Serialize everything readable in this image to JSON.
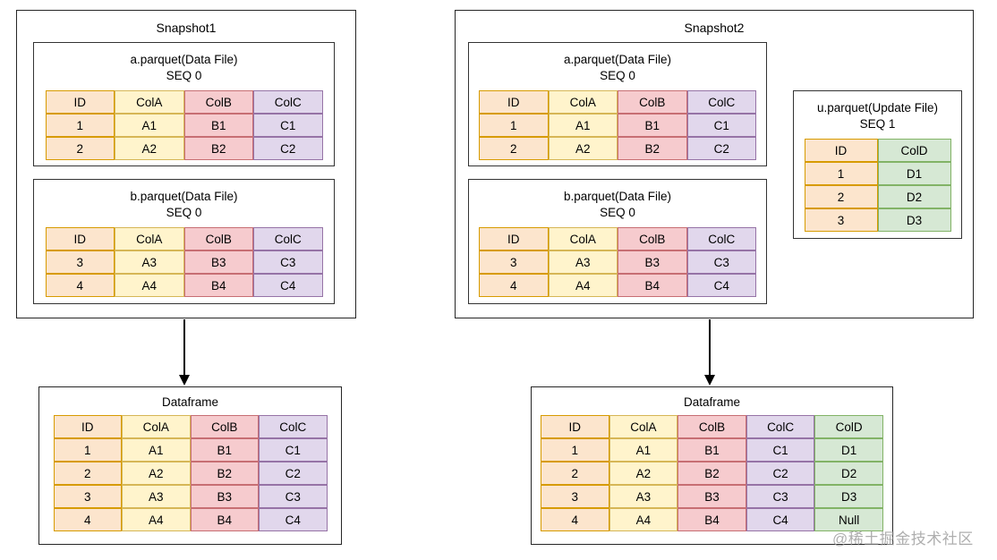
{
  "palette": {
    "orange": {
      "fill": "#FCE5CD",
      "stroke": "#D79B00"
    },
    "yellow": {
      "fill": "#FFF4CC",
      "stroke": "#D6B656"
    },
    "pink": {
      "fill": "#F6CBCE",
      "stroke": "#C76E73"
    },
    "purple": {
      "fill": "#E1D7EC",
      "stroke": "#9673A6"
    },
    "green": {
      "fill": "#D6E8D4",
      "stroke": "#82B366"
    }
  },
  "watermark": {
    "text": "@稀土掘金技术社区"
  },
  "snapshots": [
    {
      "title": "Snapshot1",
      "files": [
        {
          "name": "a.parquet(Data File)",
          "seq": "SEQ 0",
          "table": {
            "columns": [
              {
                "label": "ID",
                "palette": "orange"
              },
              {
                "label": "ColA",
                "palette": "yellow"
              },
              {
                "label": "ColB",
                "palette": "pink"
              },
              {
                "label": "ColC",
                "palette": "purple"
              }
            ],
            "rows": [
              [
                "1",
                "A1",
                "B1",
                "C1"
              ],
              [
                "2",
                "A2",
                "B2",
                "C2"
              ]
            ]
          }
        },
        {
          "name": "b.parquet(Data File)",
          "seq": "SEQ 0",
          "table": {
            "columns": [
              {
                "label": "ID",
                "palette": "orange"
              },
              {
                "label": "ColA",
                "palette": "yellow"
              },
              {
                "label": "ColB",
                "palette": "pink"
              },
              {
                "label": "ColC",
                "palette": "purple"
              }
            ],
            "rows": [
              [
                "3",
                "A3",
                "B3",
                "C3"
              ],
              [
                "4",
                "A4",
                "B4",
                "C4"
              ]
            ]
          }
        }
      ],
      "dataframe": {
        "title": "Dataframe",
        "table": {
          "columns": [
            {
              "label": "ID",
              "palette": "orange"
            },
            {
              "label": "ColA",
              "palette": "yellow"
            },
            {
              "label": "ColB",
              "palette": "pink"
            },
            {
              "label": "ColC",
              "palette": "purple"
            }
          ],
          "rows": [
            [
              "1",
              "A1",
              "B1",
              "C1"
            ],
            [
              "2",
              "A2",
              "B2",
              "C2"
            ],
            [
              "3",
              "A3",
              "B3",
              "C3"
            ],
            [
              "4",
              "A4",
              "B4",
              "C4"
            ]
          ]
        }
      }
    },
    {
      "title": "Snapshot2",
      "files": [
        {
          "name": "a.parquet(Data File)",
          "seq": "SEQ 0",
          "table": {
            "columns": [
              {
                "label": "ID",
                "palette": "orange"
              },
              {
                "label": "ColA",
                "palette": "yellow"
              },
              {
                "label": "ColB",
                "palette": "pink"
              },
              {
                "label": "ColC",
                "palette": "purple"
              }
            ],
            "rows": [
              [
                "1",
                "A1",
                "B1",
                "C1"
              ],
              [
                "2",
                "A2",
                "B2",
                "C2"
              ]
            ]
          }
        },
        {
          "name": "b.parquet(Data File)",
          "seq": "SEQ 0",
          "table": {
            "columns": [
              {
                "label": "ID",
                "palette": "orange"
              },
              {
                "label": "ColA",
                "palette": "yellow"
              },
              {
                "label": "ColB",
                "palette": "pink"
              },
              {
                "label": "ColC",
                "palette": "purple"
              }
            ],
            "rows": [
              [
                "3",
                "A3",
                "B3",
                "C3"
              ],
              [
                "4",
                "A4",
                "B4",
                "C4"
              ]
            ]
          }
        }
      ],
      "update_file": {
        "name": "u.parquet(Update File)",
        "seq": "SEQ 1",
        "table": {
          "columns": [
            {
              "label": "ID",
              "palette": "orange"
            },
            {
              "label": "ColD",
              "palette": "green"
            }
          ],
          "rows": [
            [
              "1",
              "D1"
            ],
            [
              "2",
              "D2"
            ],
            [
              "3",
              "D3"
            ]
          ]
        }
      },
      "dataframe": {
        "title": "Dataframe",
        "table": {
          "columns": [
            {
              "label": "ID",
              "palette": "orange"
            },
            {
              "label": "ColA",
              "palette": "yellow"
            },
            {
              "label": "ColB",
              "palette": "pink"
            },
            {
              "label": "ColC",
              "palette": "purple"
            },
            {
              "label": "ColD",
              "palette": "green"
            }
          ],
          "rows": [
            [
              "1",
              "A1",
              "B1",
              "C1",
              "D1"
            ],
            [
              "2",
              "A2",
              "B2",
              "C2",
              "D2"
            ],
            [
              "3",
              "A3",
              "B3",
              "C3",
              "D3"
            ],
            [
              "4",
              "A4",
              "B4",
              "C4",
              "Null"
            ]
          ]
        }
      }
    }
  ]
}
